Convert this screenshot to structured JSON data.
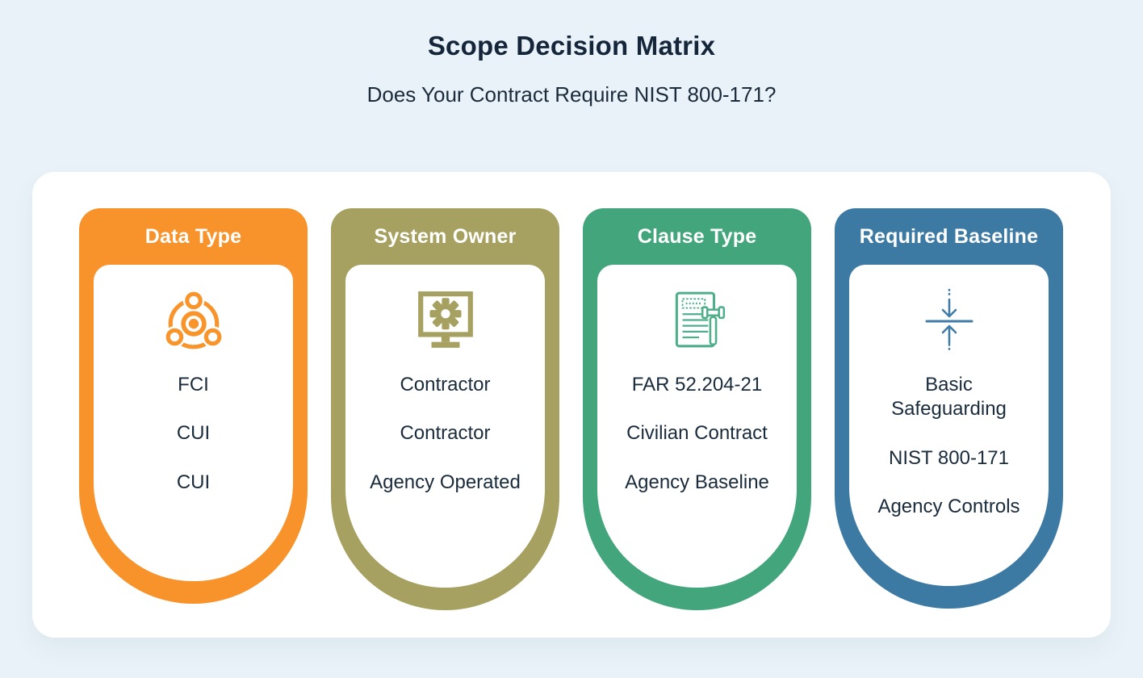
{
  "page": {
    "title": "Scope Decision Matrix",
    "subtitle": "Does Your Contract Require NIST 800-171?"
  },
  "palette": {
    "background": "#E9F2F8",
    "panel": "#FFFFFF",
    "text": "#1A2B3C",
    "title_text": "#15263B",
    "header_text": "#FFFFFF"
  },
  "columns": [
    {
      "label": "Data Type",
      "icon": "hub-network-icon",
      "color": "#F8932B",
      "icon_color": "#F8942A",
      "items": [
        "FCI",
        "CUI",
        "CUI"
      ]
    },
    {
      "label": "System Owner",
      "icon": "monitor-gear-icon",
      "color": "#A6A160",
      "icon_color": "#A6A160",
      "items": [
        "Contractor",
        "Contractor",
        "Agency Operated"
      ]
    },
    {
      "label": "Clause Type",
      "icon": "document-gavel-icon",
      "color": "#42A57C",
      "icon_color": "#4FAF8B",
      "items": [
        "FAR 52.204-21",
        "Civilian Contract",
        "Agency Baseline"
      ]
    },
    {
      "label": "Required Baseline",
      "icon": "compress-arrows-icon",
      "color": "#3D7AA3",
      "icon_color": "#3F7DA8",
      "items": [
        "Basic Safeguarding",
        "NIST 800-171",
        "Agency Controls"
      ]
    }
  ]
}
